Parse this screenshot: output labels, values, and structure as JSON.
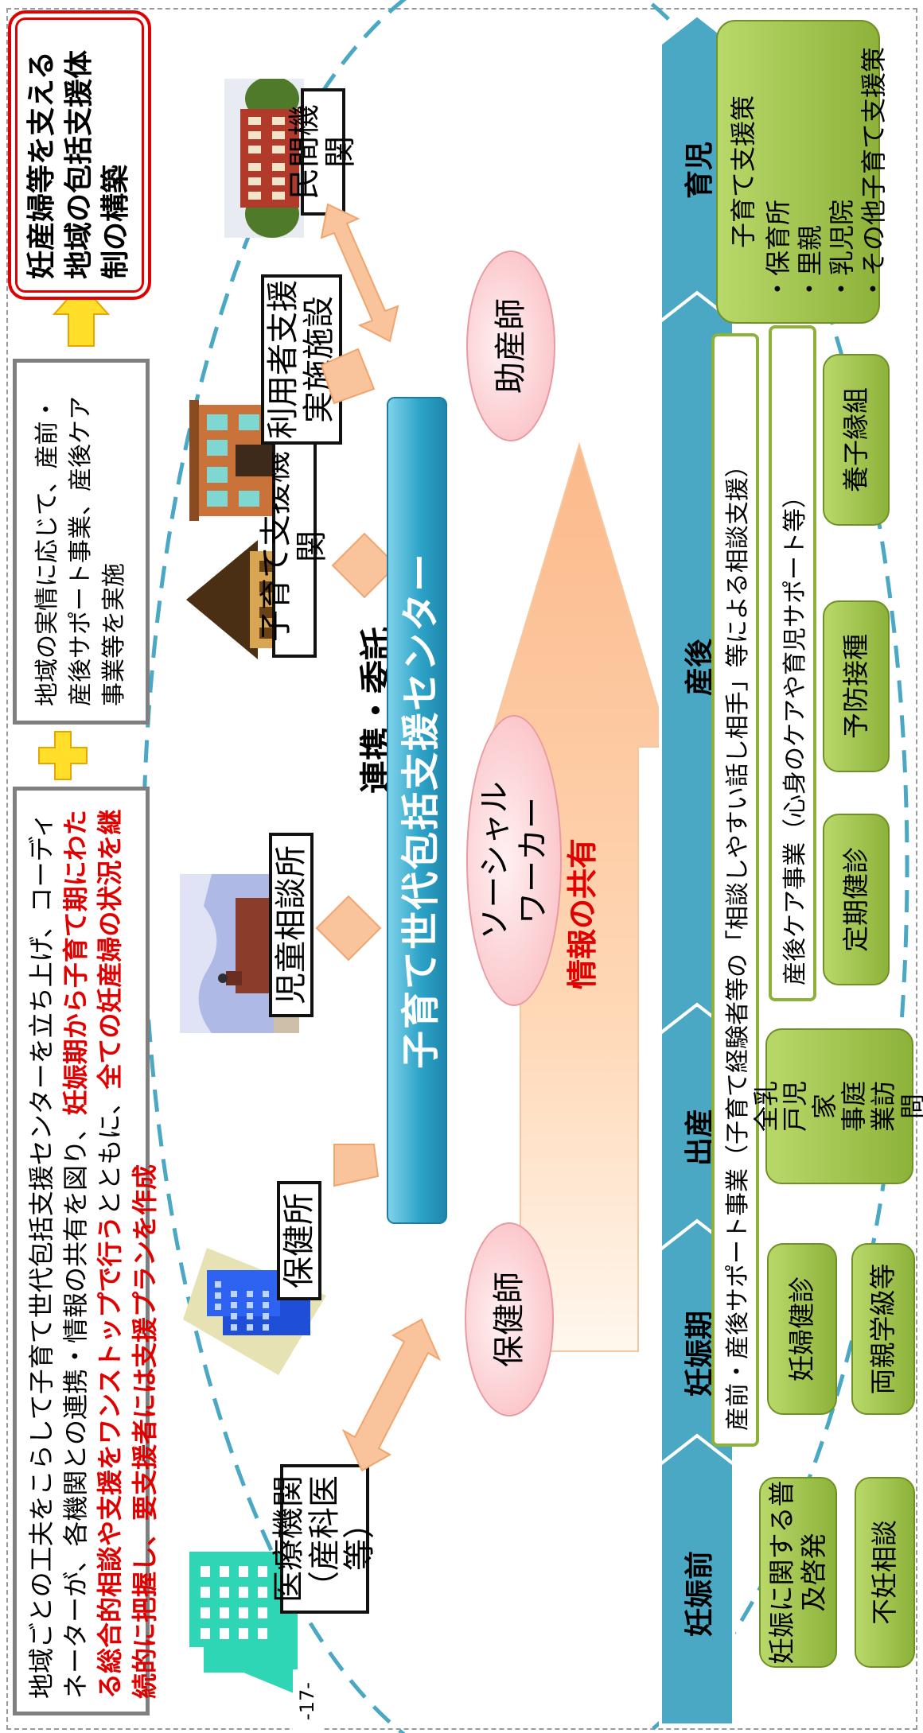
{
  "intro": {
    "part1": "地域ごとの工夫をこらして子育て世代包括支援センターを立ち上げ、コーディネーターが、各機関との連携・情報の共有を図り、",
    "part2": "妊娠期から子育て期にわたる総合的相談や支援をワンストップで行う",
    "part3": "とともに、",
    "part4": "全ての妊産婦の状況を継続的に把握し、要支援者には支援プランを作成"
  },
  "local_box": "地域の実情に応じて、産前・産後サポート事業、産後ケア事業等を実施",
  "goal_box": "妊産婦等を支える地域の包括支援体制の構築",
  "institutions": {
    "medical": "医療機関\n（産科医等）",
    "health_center": "保健所",
    "child_consult": "児童相談所",
    "childcare_org": "子育て支援機関",
    "user_support": "利用者支援\n実施施設",
    "private": "民間機関"
  },
  "cooperation": "連携・委託",
  "center": "子育て世代包括支援センター",
  "staff": {
    "public_health_nurse": "保健師",
    "social_worker": "ソーシャル\nワーカー",
    "midwife": "助産師"
  },
  "info_share": "情報の共有",
  "stages": [
    "妊娠前",
    "妊娠期",
    "出産",
    "産後",
    "育児"
  ],
  "services": {
    "awareness": "妊娠に関する普\n及啓発",
    "infertility": "不妊相談",
    "prenatal_checkup": "妊婦健診",
    "parent_class": "両親学級等",
    "home_visit": "全乳\n戸児\n家\n事庭\n業訪\n問",
    "periodic_checkup": "定期健診",
    "vaccination": "予防接種",
    "adoption": "養子縁組",
    "support_program": "産前・産後サポート事業（子育て経験者等の「相談しやすい話し相手」等による相談支援）",
    "postnatal_care": "産後ケア事業（心身のケアや育児サポート等）",
    "childcare_title": "子育て支援策",
    "childcare_items": [
      "・保育所",
      "・里親",
      "・乳児院",
      "・その他子育て支援策"
    ]
  },
  "page_number": "-17-",
  "colors": {
    "accent_red": "#e00000",
    "teal": "#4aa8c4",
    "green": "#8db23a",
    "arrow_orange": "#f7b98a"
  }
}
